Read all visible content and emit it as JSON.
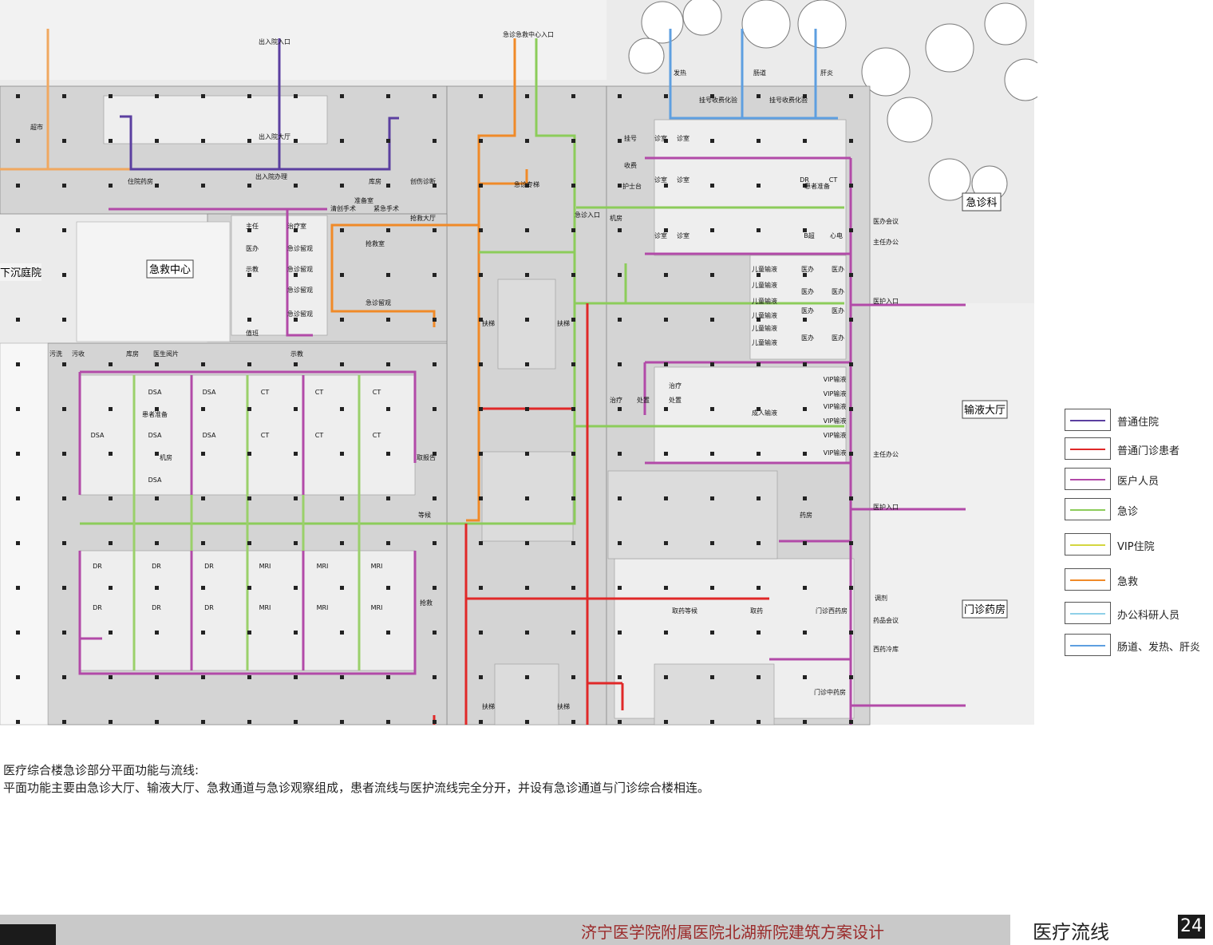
{
  "page": {
    "caption_title": "医疗综合楼急诊部分平面功能与流线:",
    "caption_body": "平面功能主要由急诊大厅、输液大厅、急救通道与急诊观察组成，患者流线与医护流线完全分开，并设有急诊通道与门诊综合楼相连。",
    "footer_title": "济宁医学院附属医院北湖新院建筑方案设计",
    "footer_section": "医疗流线",
    "page_number": "24"
  },
  "legend": [
    {
      "label": "普通住院",
      "color": "#5b3fa0"
    },
    {
      "label": "普通门诊患者",
      "color": "#e02828"
    },
    {
      "label": "医户人员",
      "color": "#b24aa8"
    },
    {
      "label": "急诊",
      "color": "#8ccc5a"
    },
    {
      "label": "VIP住院",
      "color": "#d4d640"
    },
    {
      "label": "急救",
      "color": "#f08a28"
    },
    {
      "label": "办公科研人员",
      "color": "#8fd0e8"
    },
    {
      "label": "肠道、发热、肝炎",
      "color": "#5e9fe0"
    }
  ],
  "callouts": [
    {
      "text": "急救中心"
    },
    {
      "text": "下沉庭院"
    },
    {
      "text": "急诊科"
    },
    {
      "text": "输液大厅"
    },
    {
      "text": "门诊药房"
    }
  ],
  "room_labels": [
    "出入院入口",
    "急诊急救中心入口",
    "发热",
    "肠道",
    "肝炎",
    "超市",
    "出入院大厅",
    "出入院办理",
    "住院药房",
    "挂号收费化验",
    "挂号收费化验",
    "挂号",
    "收费",
    "护士台",
    "库房",
    "创伤诊断",
    "清创手术",
    "准备室",
    "紧急手术",
    "抢救大厅",
    "急诊专梯",
    "抢救室",
    "急诊留观",
    "急诊入口",
    "主任",
    "医办",
    "示教",
    "值班",
    "治疗室",
    "急诊留观",
    "急诊留观",
    "急诊留观",
    "急诊留观",
    "扶梯",
    "扶梯",
    "扶梯",
    "扶梯",
    "诊室",
    "诊室",
    "诊室",
    "诊室",
    "诊室",
    "诊室",
    "DR",
    "CT",
    "患者准备",
    "B超",
    "心电",
    "机房",
    "儿童输液",
    "儿童输液",
    "儿童输液",
    "儿童输液",
    "儿童输液",
    "儿童输液",
    "医办",
    "医办",
    "医办",
    "医办",
    "医办",
    "医办",
    "医办",
    "医办",
    "医护入口",
    "医护入口",
    "医办会议",
    "主任办公",
    "主任办公",
    "污洗",
    "污收",
    "医生阅片",
    "示教",
    "库房",
    "DSA",
    "DSA",
    "DSA",
    "DSA",
    "DSA",
    "DSA",
    "CT",
    "CT",
    "CT",
    "CT",
    "CT",
    "CT",
    "患者准备",
    "机房",
    "取报告",
    "抢救",
    "等候",
    "DR",
    "DR",
    "DR",
    "DR",
    "DR",
    "DR",
    "MRI",
    "MRI",
    "MRI",
    "MRI",
    "MRI",
    "MRI",
    "治疗",
    "处置",
    "治疗",
    "处置",
    "成人输液",
    "VIP输液",
    "VIP输液",
    "VIP输液",
    "VIP输液",
    "VIP输液",
    "VIP输液",
    "药房",
    "取药等候",
    "取药",
    "门诊西药房",
    "门诊中药房",
    "调剂",
    "药品会议",
    "西药冷库"
  ]
}
